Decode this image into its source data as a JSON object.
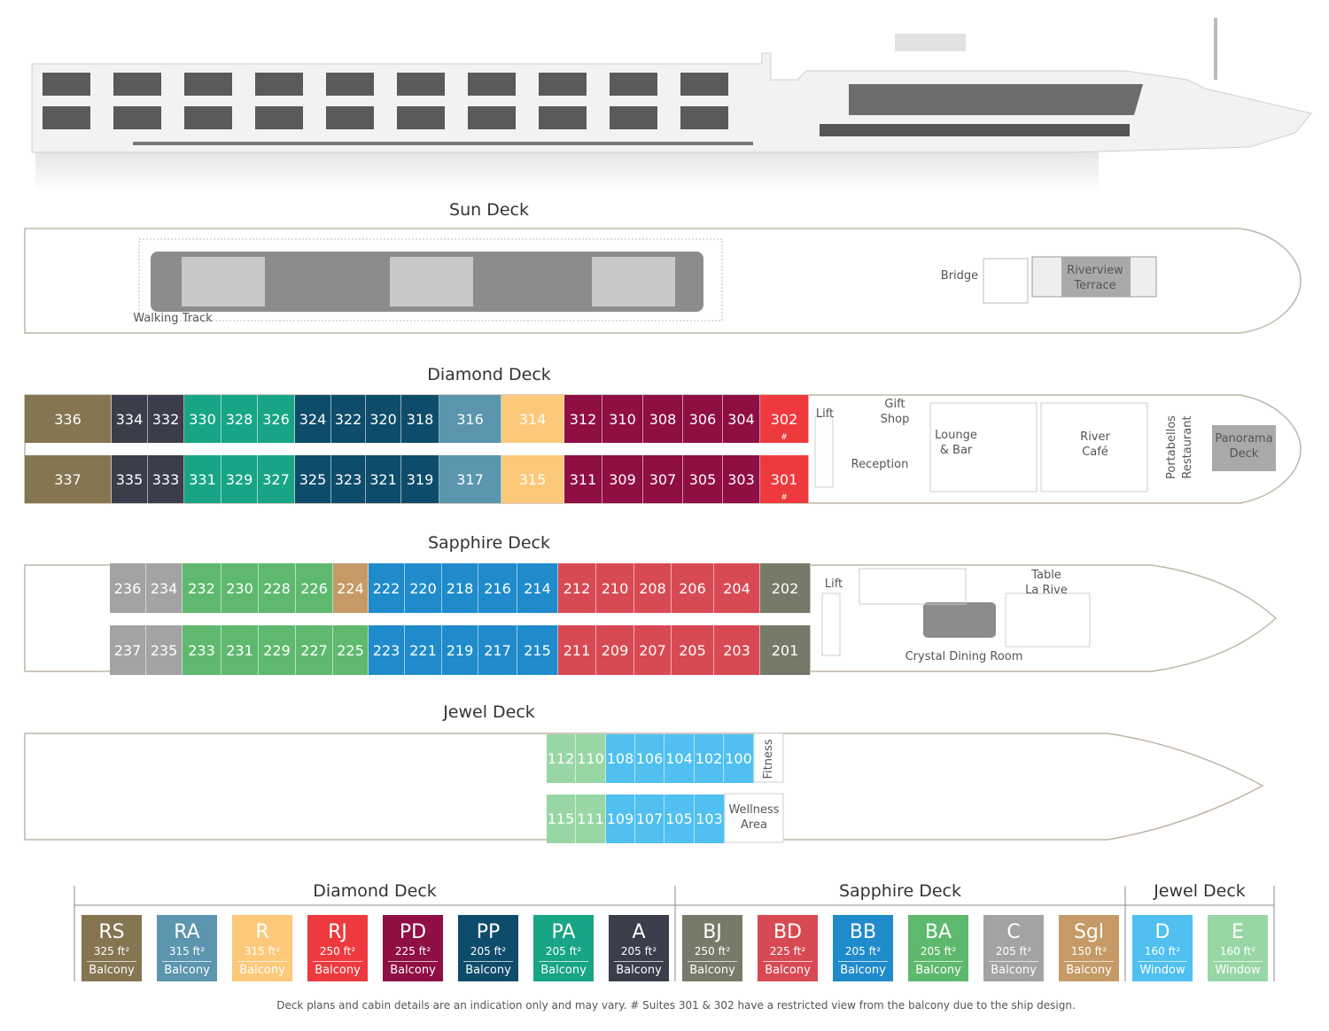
{
  "colors": {
    "RS": "#857551",
    "RA": "#5b95ae",
    "R": "#fcc97a",
    "RJ": "#ee3a3e",
    "PD": "#8f0e43",
    "PP": "#0e4c6b",
    "PA": "#17a585",
    "A": "#3b3d4b",
    "BJ": "#777a69",
    "BD": "#d84a53",
    "BB": "#1f8bcb",
    "BA": "#5eb96e",
    "C": "#a3a3a4",
    "Sgl": "#c59a67",
    "D": "#4fc0ef",
    "E": "#98d7a5"
  },
  "sun_deck": {
    "title": "Sun Deck",
    "labels": {
      "walking_track": "Walking Track",
      "bridge": "Bridge",
      "riverview": "Riverview",
      "terrace": "Terrace"
    }
  },
  "diamond_deck": {
    "title": "Diamond Deck",
    "top_row": [
      {
        "num": "336",
        "cat": "RS"
      },
      {
        "num": "334",
        "cat": "A"
      },
      {
        "num": "332",
        "cat": "A"
      },
      {
        "num": "330",
        "cat": "PA"
      },
      {
        "num": "328",
        "cat": "PA"
      },
      {
        "num": "326",
        "cat": "PA"
      },
      {
        "num": "324",
        "cat": "PP"
      },
      {
        "num": "322",
        "cat": "PP"
      },
      {
        "num": "320",
        "cat": "PP"
      },
      {
        "num": "318",
        "cat": "PP"
      },
      {
        "num": "316",
        "cat": "RA"
      },
      {
        "num": "314",
        "cat": "R"
      },
      {
        "num": "312",
        "cat": "PD"
      },
      {
        "num": "310",
        "cat": "PD"
      },
      {
        "num": "308",
        "cat": "PD"
      },
      {
        "num": "306",
        "cat": "PD"
      },
      {
        "num": "304",
        "cat": "PD"
      },
      {
        "num": "302",
        "cat": "RJ",
        "mark": "#"
      }
    ],
    "bottom_row": [
      {
        "num": "337",
        "cat": "RS"
      },
      {
        "num": "335",
        "cat": "A"
      },
      {
        "num": "333",
        "cat": "A"
      },
      {
        "num": "331",
        "cat": "PA"
      },
      {
        "num": "329",
        "cat": "PA"
      },
      {
        "num": "327",
        "cat": "PA"
      },
      {
        "num": "325",
        "cat": "PP"
      },
      {
        "num": "323",
        "cat": "PP"
      },
      {
        "num": "321",
        "cat": "PP"
      },
      {
        "num": "319",
        "cat": "PP"
      },
      {
        "num": "317",
        "cat": "RA"
      },
      {
        "num": "315",
        "cat": "R"
      },
      {
        "num": "311",
        "cat": "PD"
      },
      {
        "num": "309",
        "cat": "PD"
      },
      {
        "num": "307",
        "cat": "PD"
      },
      {
        "num": "305",
        "cat": "PD"
      },
      {
        "num": "303",
        "cat": "PD"
      },
      {
        "num": "301",
        "cat": "RJ",
        "mark": "#"
      }
    ],
    "labels": {
      "lift": "Lift",
      "gift_shop_1": "Gift",
      "gift_shop_2": "Shop",
      "reception": "Reception",
      "lounge_1": "Lounge",
      "lounge_2": "& Bar",
      "cafe_1": "River",
      "cafe_2": "Café",
      "portabellos": "Portabellos",
      "restaurant": "Restaurant",
      "panorama_1": "Panorama",
      "panorama_2": "Deck"
    }
  },
  "sapphire_deck": {
    "title": "Sapphire Deck",
    "top_row": [
      {
        "num": "236",
        "cat": "C"
      },
      {
        "num": "234",
        "cat": "C"
      },
      {
        "num": "232",
        "cat": "BA"
      },
      {
        "num": "230",
        "cat": "BA"
      },
      {
        "num": "228",
        "cat": "BA"
      },
      {
        "num": "226",
        "cat": "BA"
      },
      {
        "num": "224",
        "cat": "Sgl"
      },
      {
        "num": "222",
        "cat": "BB"
      },
      {
        "num": "220",
        "cat": "BB"
      },
      {
        "num": "218",
        "cat": "BB"
      },
      {
        "num": "216",
        "cat": "BB"
      },
      {
        "num": "214",
        "cat": "BB"
      },
      {
        "num": "212",
        "cat": "BD"
      },
      {
        "num": "210",
        "cat": "BD"
      },
      {
        "num": "208",
        "cat": "BD"
      },
      {
        "num": "206",
        "cat": "BD"
      },
      {
        "num": "204",
        "cat": "BD"
      },
      {
        "num": "202",
        "cat": "BJ"
      }
    ],
    "bottom_row": [
      {
        "num": "237",
        "cat": "C"
      },
      {
        "num": "235",
        "cat": "C"
      },
      {
        "num": "233",
        "cat": "BA"
      },
      {
        "num": "231",
        "cat": "BA"
      },
      {
        "num": "229",
        "cat": "BA"
      },
      {
        "num": "227",
        "cat": "BA"
      },
      {
        "num": "225",
        "cat": "BA"
      },
      {
        "num": "223",
        "cat": "BB"
      },
      {
        "num": "221",
        "cat": "BB"
      },
      {
        "num": "219",
        "cat": "BB"
      },
      {
        "num": "217",
        "cat": "BB"
      },
      {
        "num": "215",
        "cat": "BB"
      },
      {
        "num": "211",
        "cat": "BD"
      },
      {
        "num": "209",
        "cat": "BD"
      },
      {
        "num": "207",
        "cat": "BD"
      },
      {
        "num": "205",
        "cat": "BD"
      },
      {
        "num": "203",
        "cat": "BD"
      },
      {
        "num": "201",
        "cat": "BJ"
      }
    ],
    "labels": {
      "lift": "Lift",
      "table_1": "Table",
      "table_2": "La Rive",
      "dining": "Crystal Dining Room"
    }
  },
  "jewel_deck": {
    "title": "Jewel Deck",
    "top_row": [
      {
        "num": "112",
        "cat": "E"
      },
      {
        "num": "110",
        "cat": "E"
      },
      {
        "num": "108",
        "cat": "D"
      },
      {
        "num": "106",
        "cat": "D"
      },
      {
        "num": "104",
        "cat": "D"
      },
      {
        "num": "102",
        "cat": "D"
      },
      {
        "num": "100",
        "cat": "D"
      }
    ],
    "bottom_row": [
      {
        "num": "115",
        "cat": "E"
      },
      {
        "num": "111",
        "cat": "E"
      },
      {
        "num": "109",
        "cat": "D"
      },
      {
        "num": "107",
        "cat": "D"
      },
      {
        "num": "105",
        "cat": "D"
      },
      {
        "num": "103",
        "cat": "D"
      }
    ],
    "labels": {
      "fitness": "Fitness",
      "wellness_1": "Wellness",
      "wellness_2": "Area"
    }
  },
  "legend": {
    "groups": [
      {
        "title": "Diamond Deck",
        "items": [
          {
            "code": "RS",
            "size": "325 ft²",
            "view": "Balcony"
          },
          {
            "code": "RA",
            "size": "315 ft²",
            "view": "Balcony"
          },
          {
            "code": "R",
            "size": "315 ft²",
            "view": "Balcony"
          },
          {
            "code": "RJ",
            "size": "250 ft²",
            "view": "Balcony"
          },
          {
            "code": "PD",
            "size": "225 ft²",
            "view": "Balcony"
          },
          {
            "code": "PP",
            "size": "205 ft²",
            "view": "Balcony"
          },
          {
            "code": "PA",
            "size": "205 ft²",
            "view": "Balcony"
          },
          {
            "code": "A",
            "size": "205 ft²",
            "view": "Balcony"
          }
        ]
      },
      {
        "title": "Sapphire Deck",
        "items": [
          {
            "code": "BJ",
            "size": "250 ft²",
            "view": "Balcony"
          },
          {
            "code": "BD",
            "size": "225 ft²",
            "view": "Balcony"
          },
          {
            "code": "BB",
            "size": "205 ft²",
            "view": "Balcony"
          },
          {
            "code": "BA",
            "size": "205 ft²",
            "view": "Balcony"
          },
          {
            "code": "C",
            "size": "205 ft²",
            "view": "Balcony"
          },
          {
            "code": "Sgl",
            "size": "150 ft²",
            "view": "Balcony"
          }
        ]
      },
      {
        "title": "Jewel Deck",
        "items": [
          {
            "code": "D",
            "size": "160 ft²",
            "view": "Window"
          },
          {
            "code": "E",
            "size": "160 ft²",
            "view": "Window"
          }
        ]
      }
    ]
  },
  "footnote": "Deck plans and cabin details are an indication only and may vary.  # Suites 301 & 302 have a restricted view from the balcony due to the ship design."
}
